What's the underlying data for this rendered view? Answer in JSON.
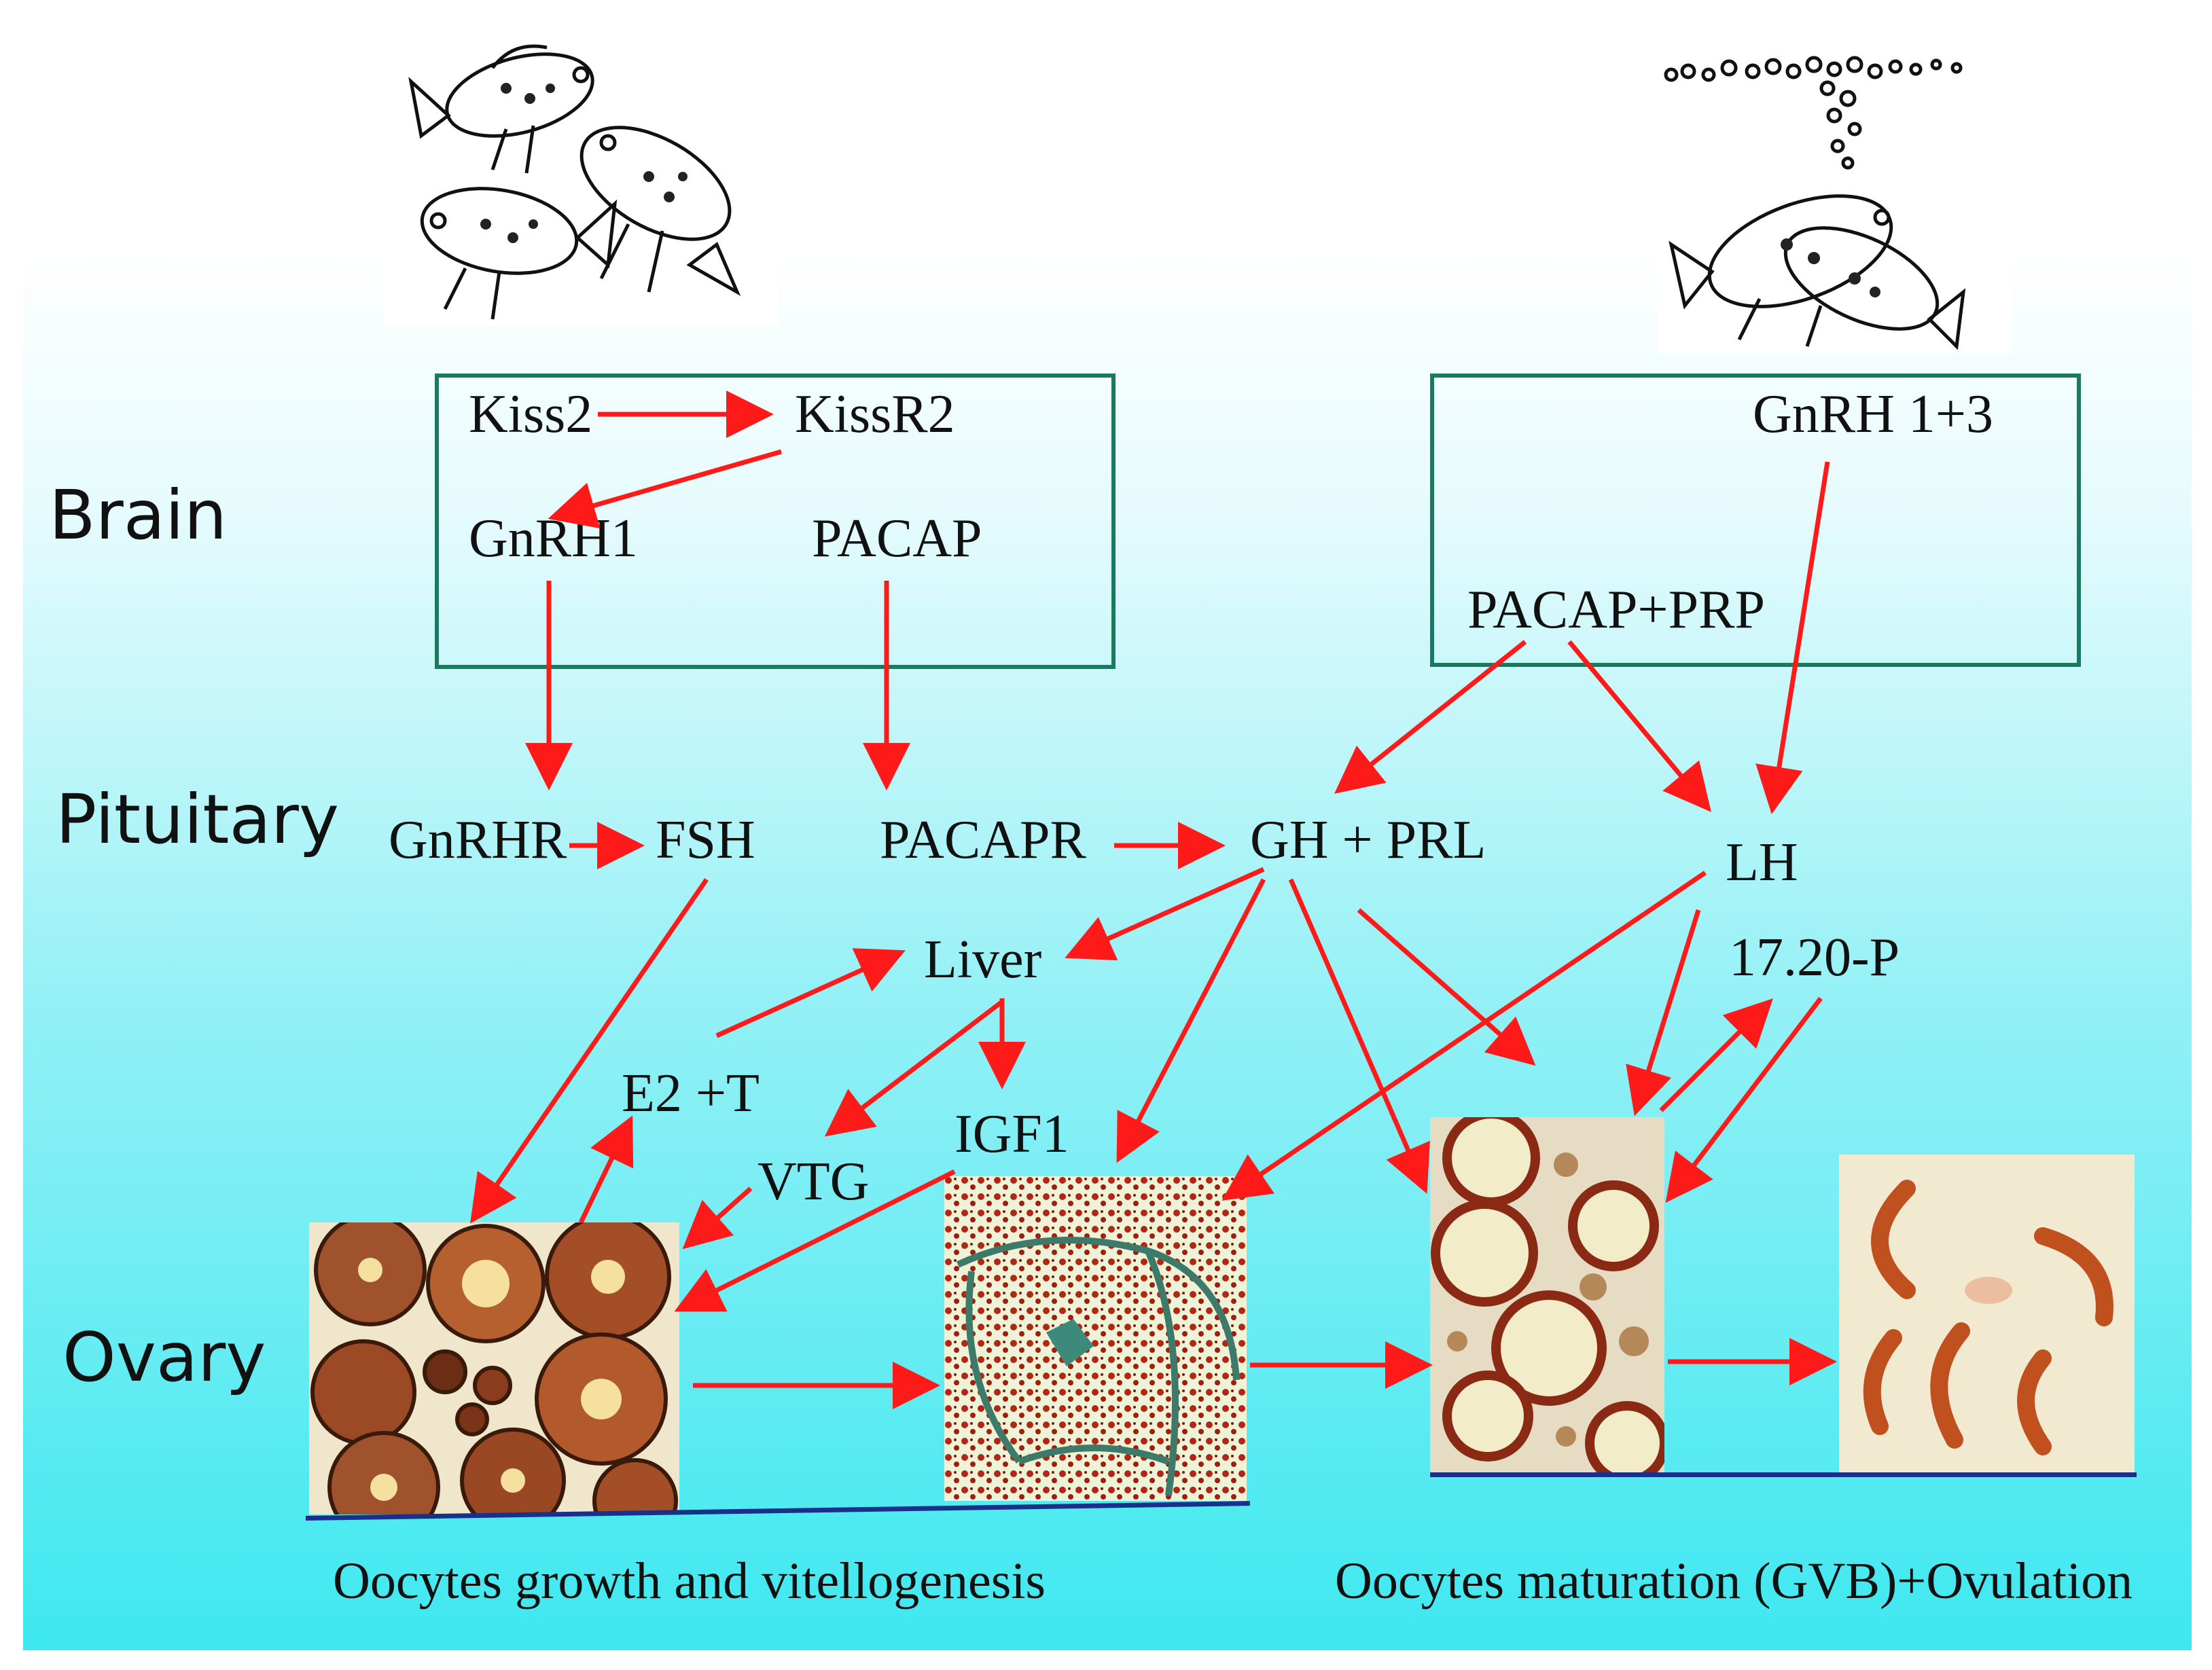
{
  "rows": {
    "brain": "Brain",
    "pituitary": "Pituitary",
    "ovary": "Ovary"
  },
  "nodes": {
    "kiss2": "Kiss2",
    "kissr2": "KissR2",
    "gnrh1": "GnRH1",
    "pacap": "PACAP",
    "gnrh13": "GnRH 1+3",
    "pacap_prp": "PACAP+PRP",
    "gnrhr": "GnRHR",
    "fsh": "FSH",
    "pacapr": "PACAPR",
    "gh_prl": "GH + PRL",
    "lh": "LH",
    "liver": "Liver",
    "p1720": "17.20-P",
    "e2t": "E2 +T",
    "igf1": "IGF1",
    "vtg": "VTG"
  },
  "captions": {
    "left": "Oocytes growth and  vitellogenesis",
    "right": "Oocytes maturation (GVB)+Ovulation"
  },
  "colors": {
    "arrow": "#ff1a1a",
    "box_border": "#1a7a5e",
    "baseline": "#1a2f8a",
    "background_bottom": "#3ee8f0"
  }
}
